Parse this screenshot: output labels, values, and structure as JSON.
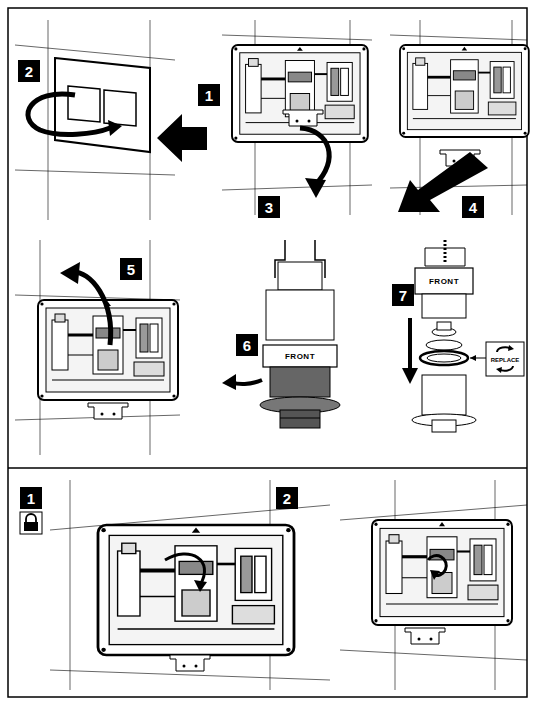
{
  "diagram": {
    "labels": [
      "2",
      "1",
      "3",
      "4",
      "5",
      "6",
      "FRONT",
      "7",
      "FRONT",
      "REPLACE",
      "1",
      "2"
    ]
  }
}
